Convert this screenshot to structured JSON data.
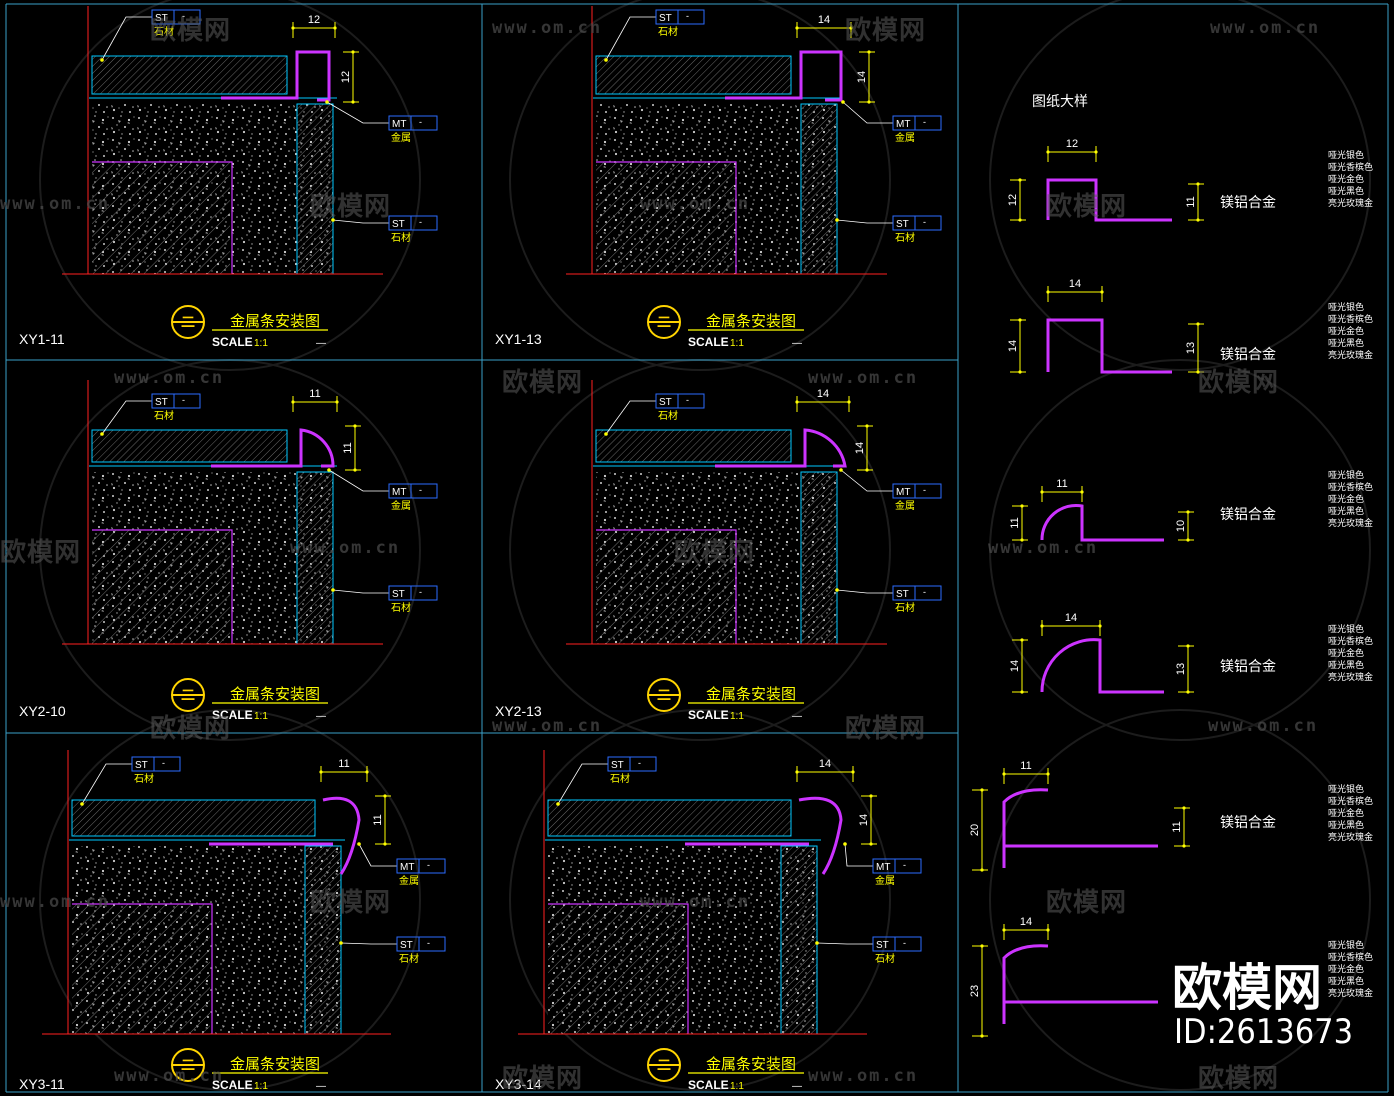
{
  "panels": [
    {
      "id": "XY1-11",
      "tag_top": "ST",
      "tag_top_sub": "石材",
      "tag_mt": "MT",
      "tag_mt_sub": "金属",
      "tag_st": "ST",
      "tag_st_sub": "石材",
      "dim_w": "12",
      "dim_h": "12",
      "title": "金属条安装图",
      "scale_label": "SCALE",
      "scale_value": "1:1",
      "sym": "二"
    },
    {
      "id": "XY1-13",
      "tag_top": "ST",
      "tag_top_sub": "石材",
      "tag_mt": "MT",
      "tag_mt_sub": "金属",
      "tag_st": "ST",
      "tag_st_sub": "石材",
      "dim_w": "14",
      "dim_h": "14",
      "title": "金属条安装图",
      "scale_label": "SCALE",
      "scale_value": "1:1",
      "sym": "二"
    },
    {
      "id": "XY2-10",
      "tag_top": "ST",
      "tag_top_sub": "石材",
      "tag_mt": "MT",
      "tag_mt_sub": "金属",
      "tag_st": "ST",
      "tag_st_sub": "石材",
      "dim_w": "11",
      "dim_h": "11",
      "title": "金属条安装图",
      "scale_label": "SCALE",
      "scale_value": "1:1",
      "sym": "二"
    },
    {
      "id": "XY2-13",
      "tag_top": "ST",
      "tag_top_sub": "石材",
      "tag_mt": "MT",
      "tag_mt_sub": "金属",
      "tag_st": "ST",
      "tag_st_sub": "石材",
      "dim_w": "14",
      "dim_h": "14",
      "title": "金属条安装图",
      "scale_label": "SCALE",
      "scale_value": "1:1",
      "sym": "二"
    },
    {
      "id": "XY3-11",
      "tag_top": "ST",
      "tag_top_sub": "石材",
      "tag_mt": "MT",
      "tag_mt_sub": "金属",
      "tag_st": "ST",
      "tag_st_sub": "石材",
      "dim_w": "11",
      "dim_h": "11",
      "title": "金属条安装图",
      "scale_label": "SCALE",
      "scale_value": "1:1",
      "sym": "二"
    },
    {
      "id": "XY3-14",
      "tag_top": "ST",
      "tag_top_sub": "石材",
      "tag_mt": "MT",
      "tag_mt_sub": "金属",
      "tag_st": "ST",
      "tag_st_sub": "石材",
      "dim_w": "14",
      "dim_h": "14",
      "title": "金属条安装图",
      "scale_label": "SCALE",
      "scale_value": "1:1",
      "sym": "二"
    }
  ],
  "detail": {
    "title": "图纸大样",
    "material": "镁铝合金",
    "colors": [
      "哑光银色",
      "哑光香槟色",
      "哑光金色",
      "哑光黑色",
      "亮光玫瑰金"
    ],
    "profiles": [
      {
        "w": "12",
        "h": "12",
        "h2": "11",
        "shape": "square"
      },
      {
        "w": "14",
        "h": "14",
        "h2": "13",
        "shape": "square"
      },
      {
        "w": "11",
        "h": "11",
        "h2": "10",
        "shape": "round"
      },
      {
        "w": "14",
        "h": "14",
        "h2": "13",
        "shape": "round"
      },
      {
        "w": "11",
        "h": "20",
        "h2": "11",
        "shape": "hook"
      },
      {
        "w": "14",
        "h": "23",
        "h2": "",
        "shape": "hook"
      }
    ]
  },
  "watermark": {
    "text": "欧模网",
    "url": "www.om.cn"
  },
  "brand": {
    "name": "欧模网",
    "id": "ID:2613673"
  },
  "colors": {
    "line": "#00c8ff",
    "stone": "#b0b0b0",
    "metal": "#cc33ff",
    "dim": "#ffff00",
    "cut": "#ff2020",
    "tag": "#2b6cff",
    "text": "#ffffff",
    "frame": "#3aa0c8"
  }
}
